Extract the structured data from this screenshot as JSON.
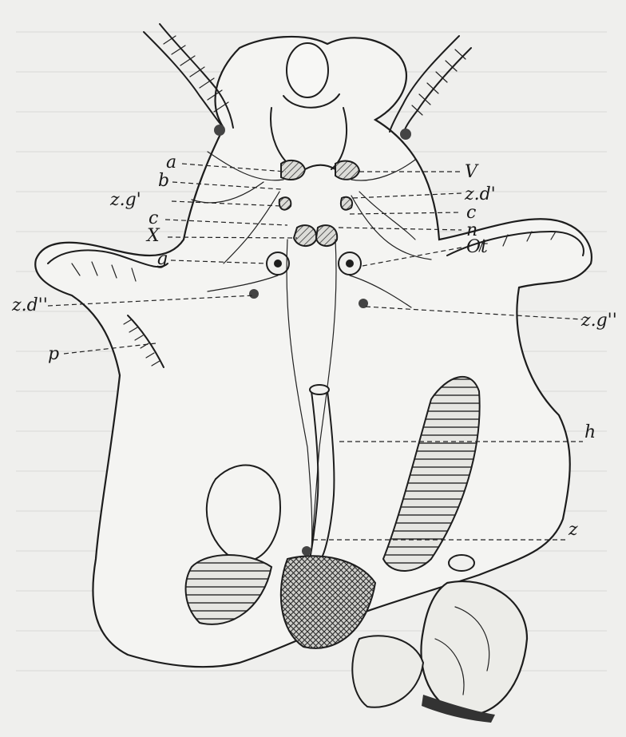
{
  "labels": {
    "a": "a",
    "b": "b",
    "zg1": "z.g'",
    "c_left": "c",
    "x": "X",
    "g": "g",
    "zd2": "z.d''",
    "p": "p",
    "v": "V",
    "zd1": "z.d'",
    "c_right": "c",
    "n": "n",
    "ot": "Ot",
    "zg2": "z.g''",
    "h": "h",
    "z": "z"
  }
}
